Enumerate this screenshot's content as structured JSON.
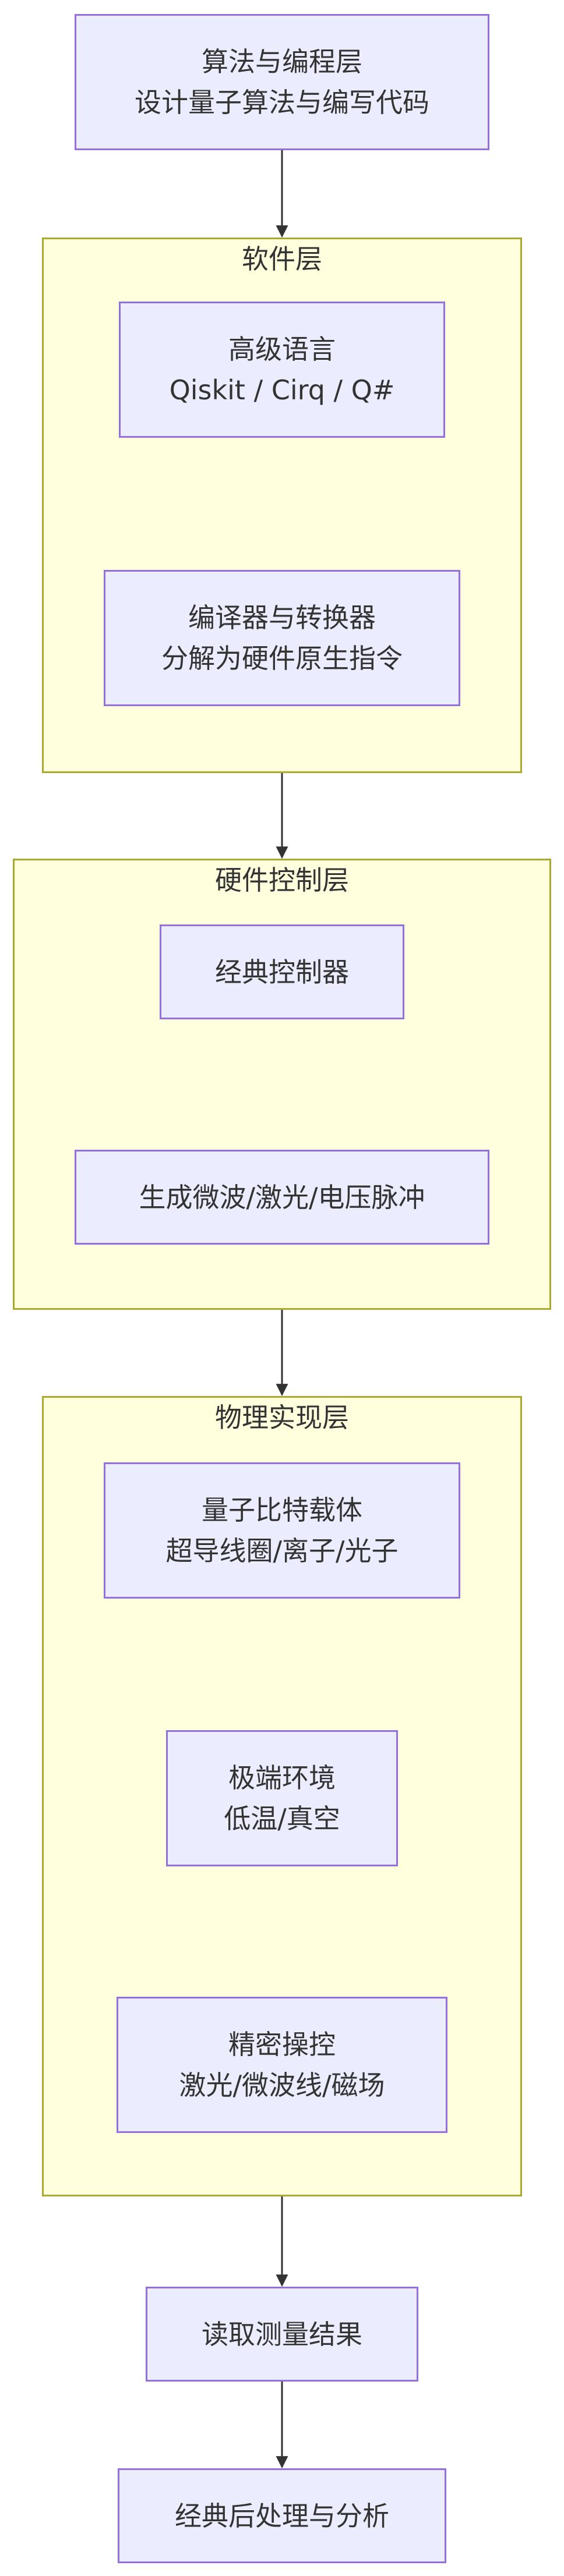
{
  "diagram": {
    "layers": {
      "software": {
        "title": "软件层"
      },
      "hardware_control": {
        "title": "硬件控制层"
      },
      "physical": {
        "title": "物理实现层"
      }
    },
    "nodes": {
      "algorithm": {
        "line1": "算法与编程层",
        "line2": "设计量子算法与编写代码"
      },
      "high_level_language": {
        "line1": "高级语言",
        "line2": "Qiskit / Cirq / Q#"
      },
      "compiler": {
        "line1": "编译器与转换器",
        "line2": "分解为硬件原生指令"
      },
      "classical_controller": {
        "line1": "经典控制器"
      },
      "signal_generation": {
        "line1": "生成微波/激光/电压脉冲"
      },
      "qubit_carrier": {
        "line1": "量子比特载体",
        "line2": "超导线圈/离子/光子"
      },
      "extreme_environment": {
        "line1": "极端环境",
        "line2": "低温/真空"
      },
      "precise_control": {
        "line1": "精密操控",
        "line2": "激光/微波线/磁场"
      },
      "readout": {
        "line1": "读取测量结果"
      },
      "post_processing": {
        "line1": "经典后处理与分析"
      }
    },
    "colors": {
      "node_fill": "#ececff",
      "node_border": "#9370db",
      "cluster_fill": "#ffffde",
      "cluster_border": "#aaaa33",
      "edge": "#333333",
      "text": "#333333"
    }
  }
}
